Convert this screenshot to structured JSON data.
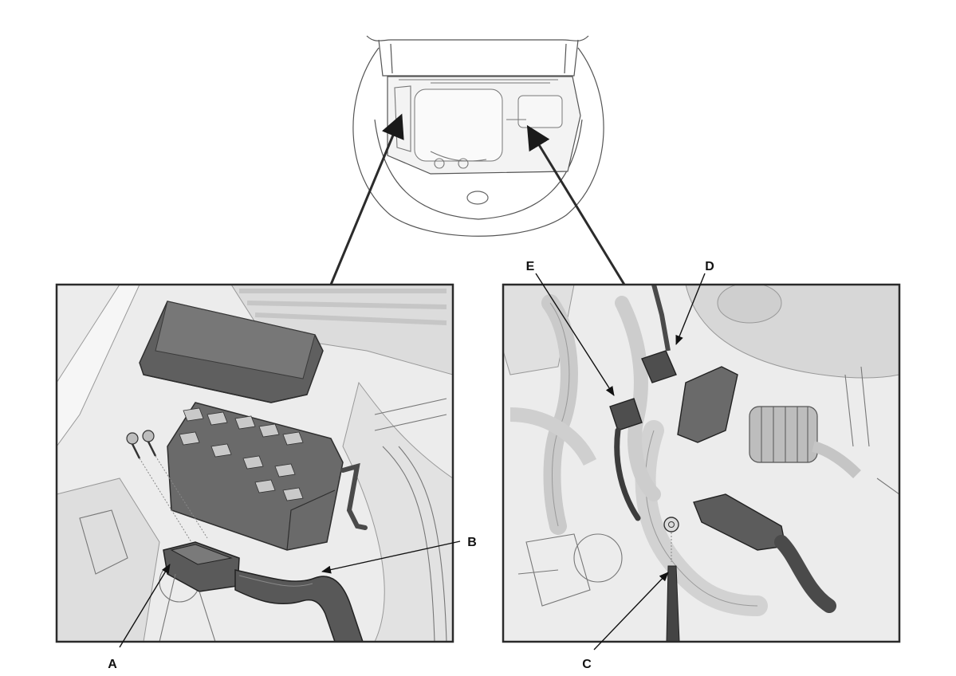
{
  "callouts": {
    "a": "A",
    "b": "B",
    "c": "C",
    "d": "D",
    "e": "E"
  },
  "colors": {
    "frame": "#2a2a2a",
    "panel_bg": "#ebebeb",
    "part_dark": "#5f5f5f",
    "line": "#555555"
  }
}
